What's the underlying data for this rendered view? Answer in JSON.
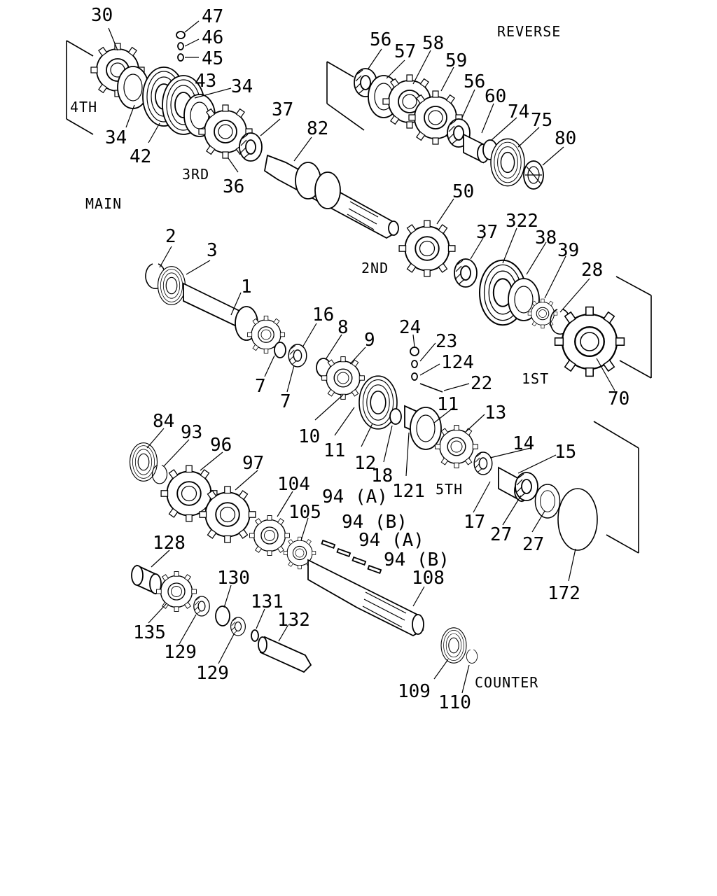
{
  "groups": {
    "reverse": "REVERSE",
    "fourth": "4TH",
    "third": "3RD",
    "main": "MAIN",
    "second": "2ND",
    "first": "1ST",
    "fifth": "5TH",
    "counter": "COUNTER"
  },
  "callouts": {
    "c30": "30",
    "c47": "47",
    "c46": "46",
    "c45": "45",
    "c43": "43",
    "c34a": "34",
    "c34b": "34",
    "c42": "42",
    "c36": "36",
    "c37a": "37",
    "c82": "82",
    "c56a": "56",
    "c57": "57",
    "c58": "58",
    "c59": "59",
    "c56b": "56",
    "c60": "60",
    "c74": "74",
    "c75": "75",
    "c80": "80",
    "c50": "50",
    "c37b": "37",
    "c322": "322",
    "c38": "38",
    "c39": "39",
    "c28": "28",
    "c70": "70",
    "c2": "2",
    "c3": "3",
    "c1": "1",
    "c16": "16",
    "c8": "8",
    "c9": "9",
    "c7a": "7",
    "c7b": "7",
    "c24": "24",
    "c23": "23",
    "c124": "124",
    "c22": "22",
    "c10": "10",
    "c11a": "11",
    "c11b": "11",
    "c12": "12",
    "c18": "18",
    "c121": "121",
    "c13": "13",
    "c14": "14",
    "c15": "15",
    "c17": "17",
    "c27a": "27",
    "c27b": "27",
    "c172": "172",
    "c84": "84",
    "c93": "93",
    "c96": "96",
    "c97": "97",
    "c104": "104",
    "c105": "105",
    "c94a1": "94 (A)",
    "c94b1": "94 (B)",
    "c94a2": "94 (A)",
    "c94b2": "94 (B)",
    "c108": "108",
    "c128": "128",
    "c130": "130",
    "c131": "131",
    "c132": "132",
    "c135": "135",
    "c129a": "129",
    "c129b": "129",
    "c109": "109",
    "c110": "110"
  }
}
